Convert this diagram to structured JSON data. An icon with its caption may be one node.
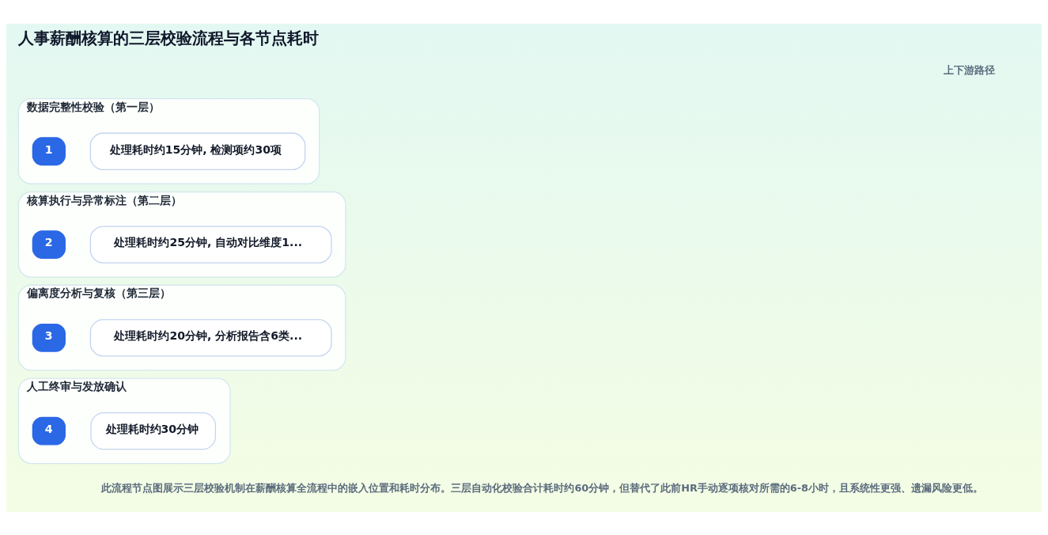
{
  "diagram": {
    "title": "人事薪酬核算的三层校验流程与各节点耗时",
    "caption": "此流程节点图展示三层校验机制在薪酬核算全流程中的嵌入位置和耗时分布。三层自动化校验合计耗时约60分钟，但替代了此前HR手动逐项核对所需的6-8小时，且系统性更强、遗漏风险更低。",
    "nodes": [
      {
        "text": [
          "数据完整性校验（第一层）"
        ]
      },
      {
        "text": [
          "1"
        ],
        "in": 0
      },
      {
        "text": [
          "处理耗时约15分钟, 检测项约30项"
        ],
        "in": 0
      },
      {
        "text": [
          "核算执行与异常标注（第二层）"
        ]
      },
      {
        "text": [
          "2"
        ],
        "in": 3
      },
      {
        "text": [
          "处理耗时约25分钟, 自动对比维度1..."
        ],
        "in": 3
      },
      {
        "text": [
          "偏离度分析与复核（第三层）"
        ]
      },
      {
        "text": [
          "3"
        ],
        "in": 6
      },
      {
        "text": [
          "处理耗时约20分钟, 分析报告含6类..."
        ],
        "in": 6
      },
      {
        "text": [
          "人工终审与发放确认"
        ]
      },
      {
        "text": [
          "4"
        ],
        "in": 9
      },
      {
        "text": [
          "处理耗时约30分钟"
        ],
        "in": 9
      }
    ],
    "labels": [
      "上下游路径"
    ]
  }
}
